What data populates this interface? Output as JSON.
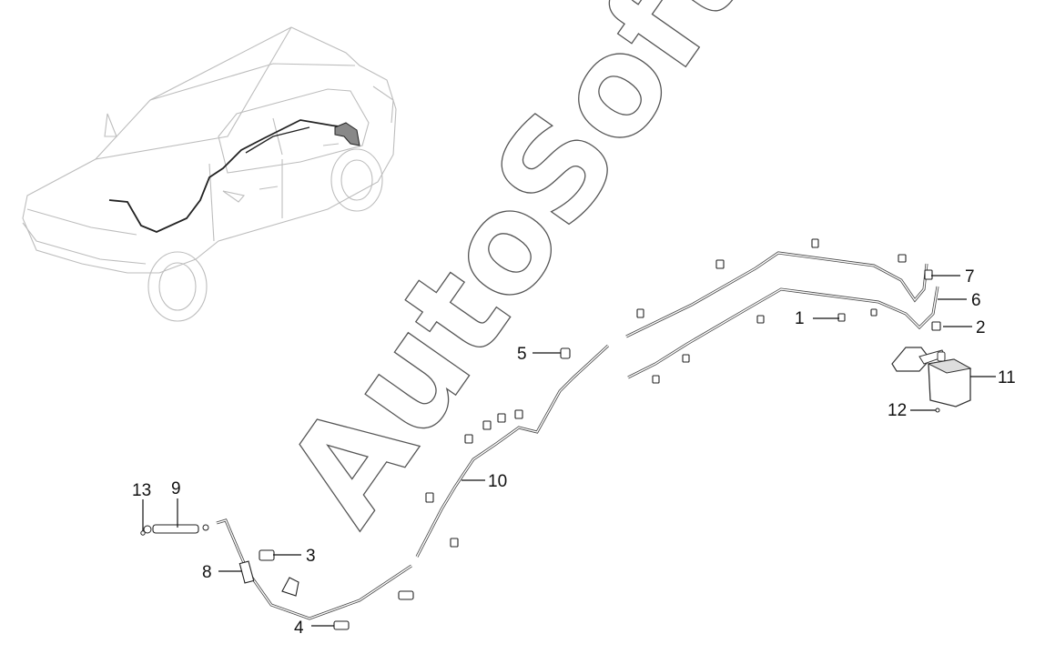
{
  "watermark": {
    "text": "AutoSoft"
  },
  "callouts": [
    {
      "id": "1",
      "label": "1"
    },
    {
      "id": "2",
      "label": "2"
    },
    {
      "id": "3",
      "label": "3"
    },
    {
      "id": "4",
      "label": "4"
    },
    {
      "id": "5",
      "label": "5"
    },
    {
      "id": "6",
      "label": "6"
    },
    {
      "id": "7",
      "label": "7"
    },
    {
      "id": "8",
      "label": "8"
    },
    {
      "id": "9",
      "label": "9"
    },
    {
      "id": "10",
      "label": "10"
    },
    {
      "id": "11",
      "label": "11"
    },
    {
      "id": "12",
      "label": "12"
    },
    {
      "id": "13",
      "label": "13"
    }
  ],
  "colors": {
    "line": "#333333",
    "car": "#bdbdbd",
    "highlight": "#222222",
    "canister": "#777777"
  }
}
